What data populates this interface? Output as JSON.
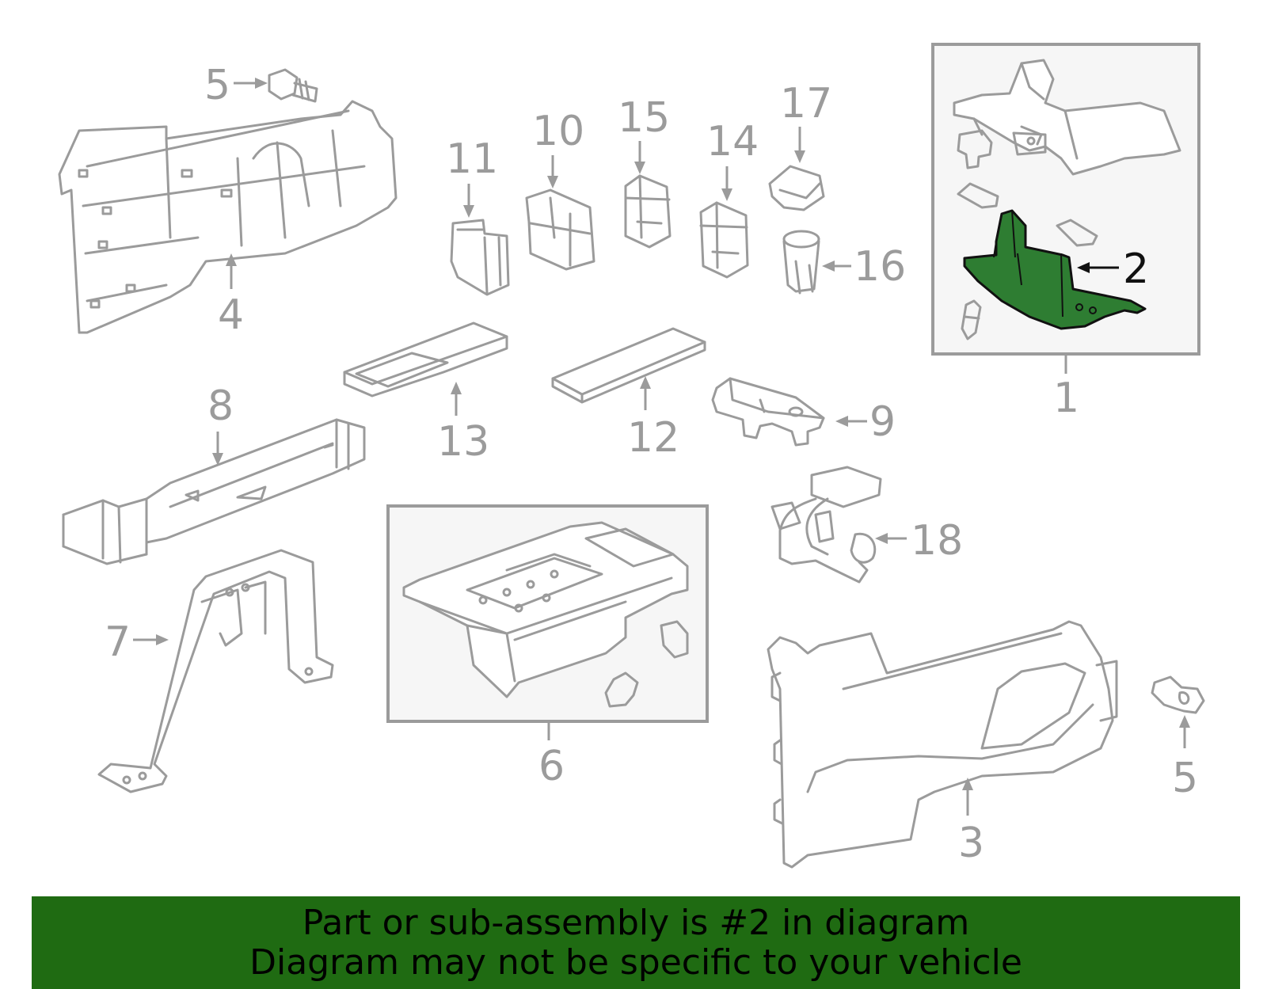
{
  "colors": {
    "highlight_part": "#2e7d32",
    "banner_background": "#1f6b12",
    "line": "#9b9b9b",
    "active_callout": "#111111"
  },
  "callouts": {
    "c1": "1",
    "c2": "2",
    "c3": "3",
    "c4": "4",
    "c5_top": "5",
    "c5_right": "5",
    "c6": "6",
    "c7": "7",
    "c8": "8",
    "c9": "9",
    "c10": "10",
    "c11": "11",
    "c12": "12",
    "c13": "13",
    "c14": "14",
    "c15": "15",
    "c16": "16",
    "c17": "17",
    "c18": "18"
  },
  "banner": {
    "line1": "Part or sub-assembly is #2 in diagram",
    "line2": "Diagram may not be specific to your vehicle"
  }
}
